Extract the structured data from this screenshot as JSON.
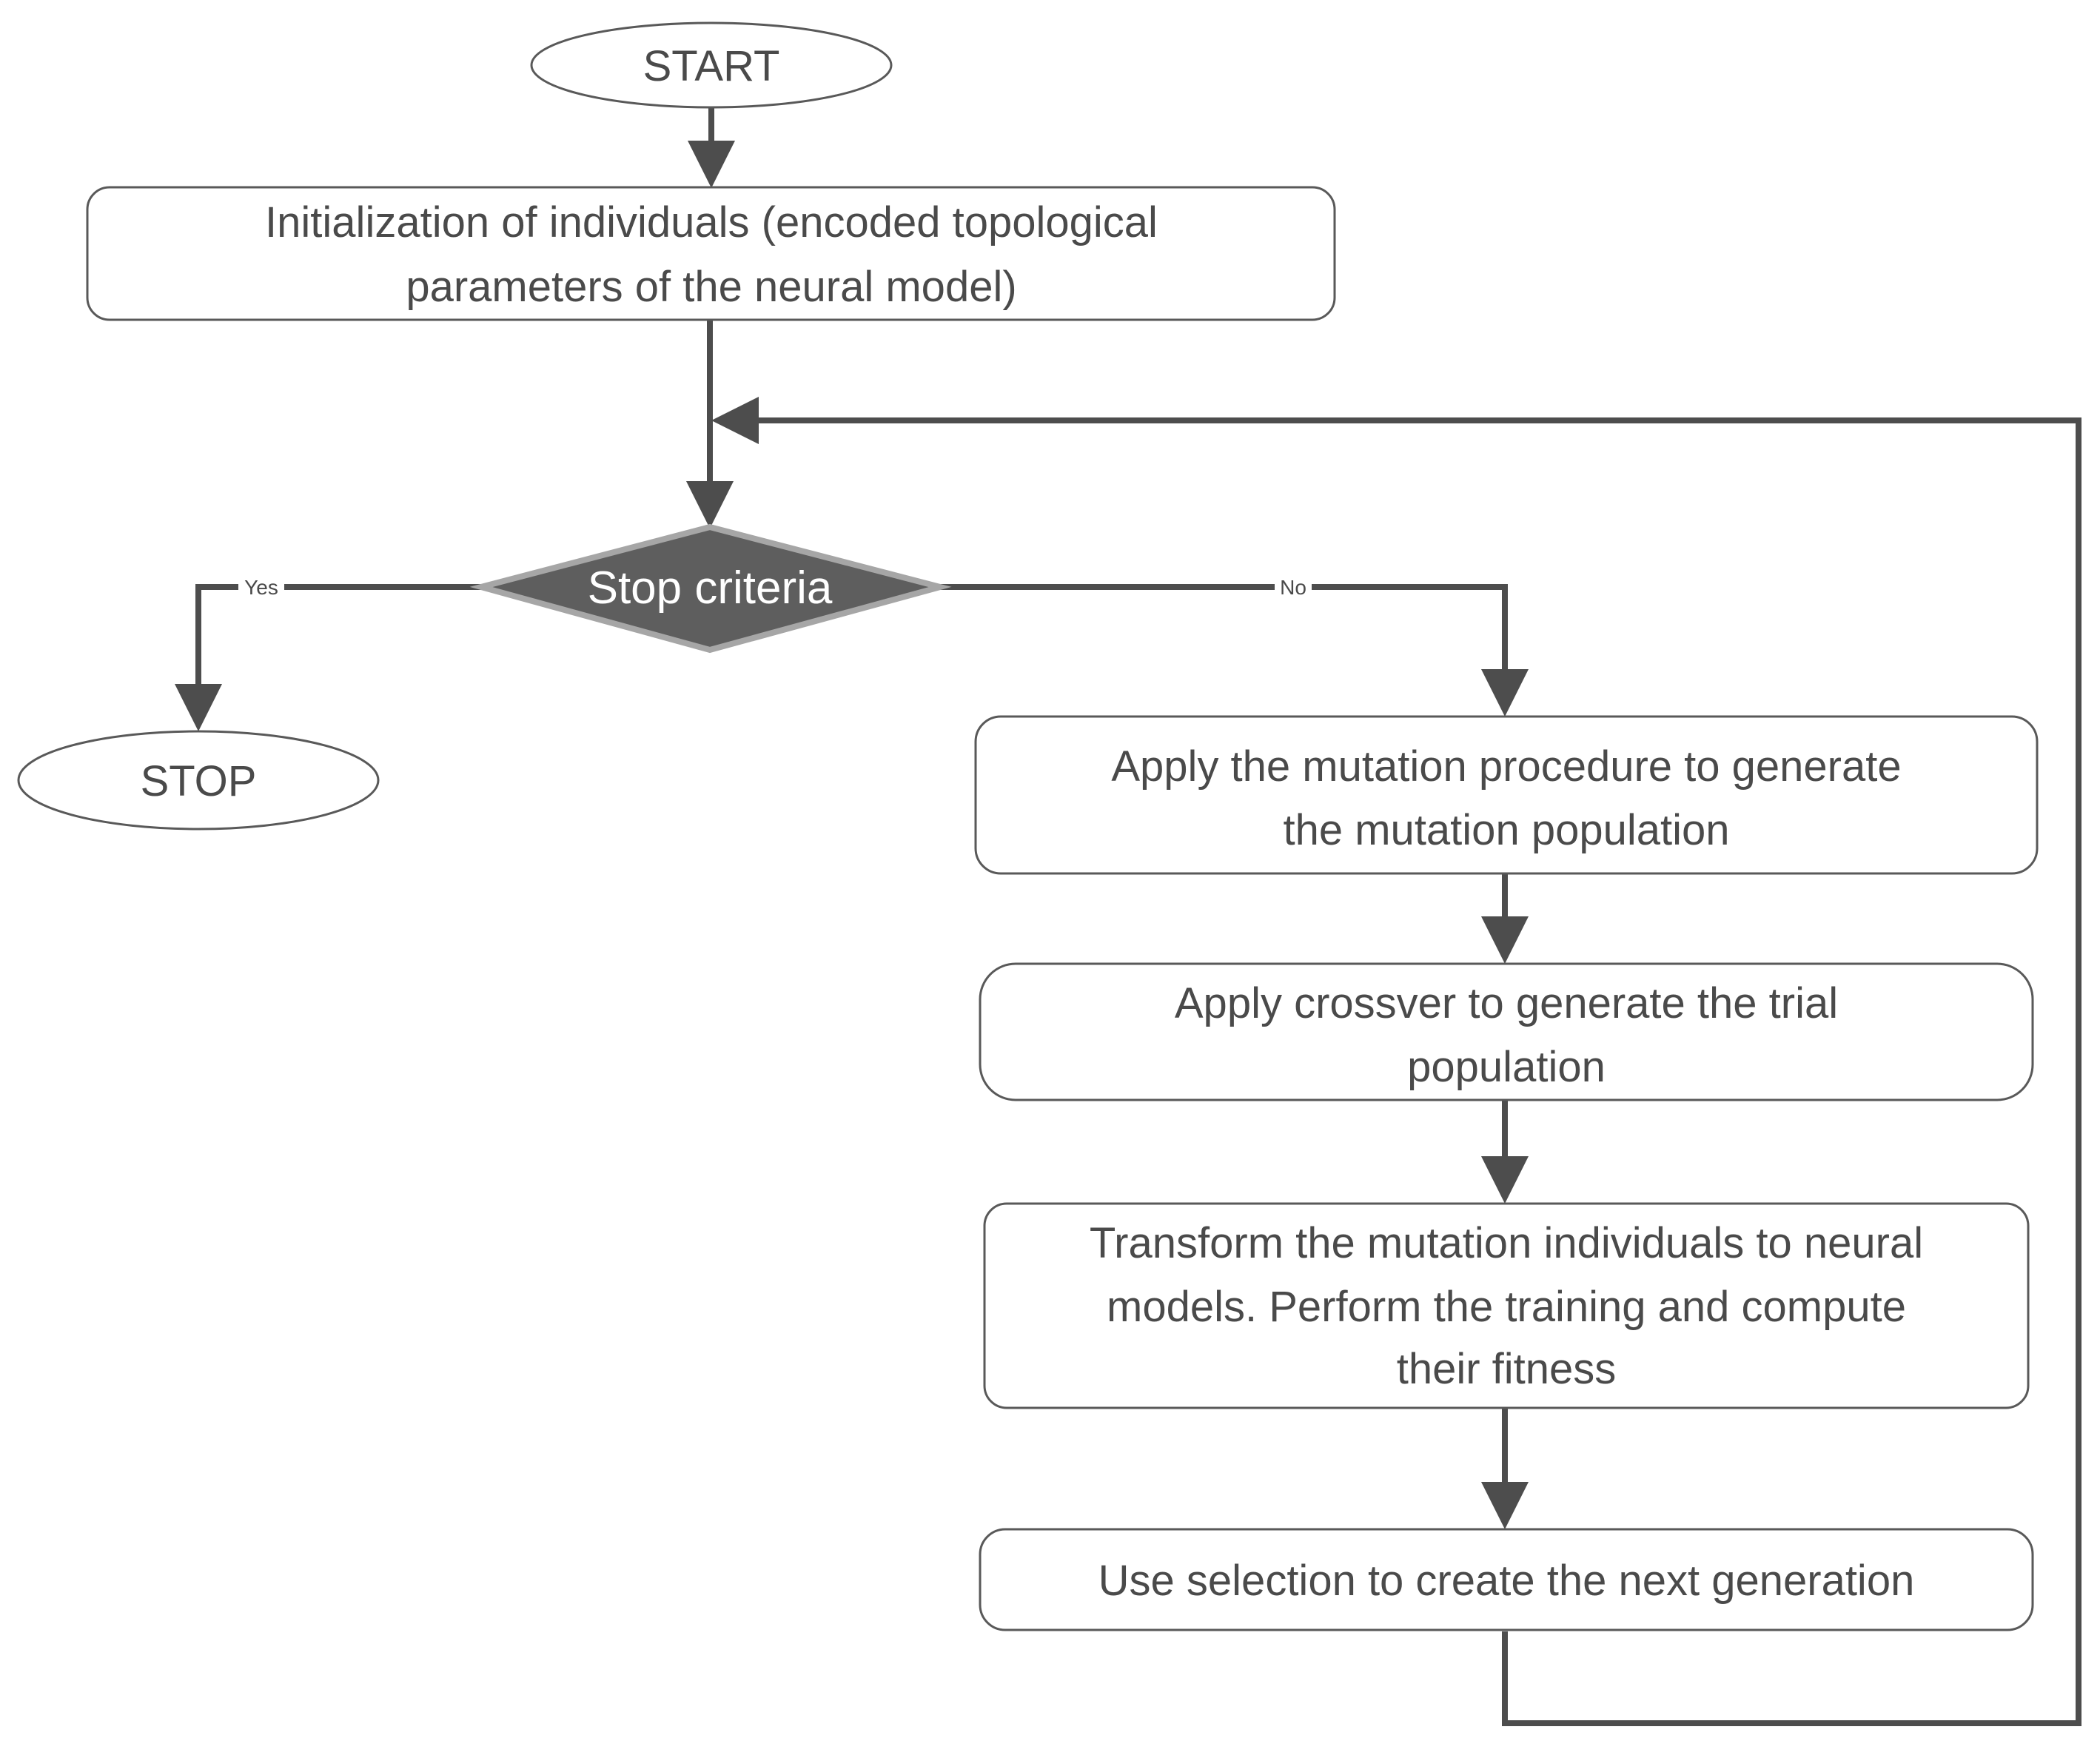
{
  "diagram": {
    "colors": {
      "stroke": "#595959",
      "line": "#4d4d4d",
      "text": "#4a4a4a",
      "decision_fill": "#5e5e5e",
      "decision_border": "#a6a6a6",
      "decision_text": "#ffffff",
      "background": "#ffffff"
    },
    "nodes": {
      "start": {
        "label": "START"
      },
      "init": {
        "lines": [
          "Initialization  of individuals (encoded topological",
          "parameters of the neural model)"
        ]
      },
      "decision": {
        "label": "Stop criteria"
      },
      "stop": {
        "label": "STOP"
      },
      "mutation": {
        "lines": [
          "Apply the mutation procedure to generate",
          "the mutation population"
        ]
      },
      "crossover": {
        "lines": [
          "Apply crossver to generate the trial",
          "population"
        ]
      },
      "transform": {
        "lines": [
          "Transform the mutation individuals to neural",
          "models. Perform the training and compute",
          "their fitness"
        ]
      },
      "selection": {
        "label": "Use selection to create the next generation"
      }
    },
    "edges": {
      "yes": {
        "label": "Yes"
      },
      "no": {
        "label": "No"
      }
    }
  }
}
